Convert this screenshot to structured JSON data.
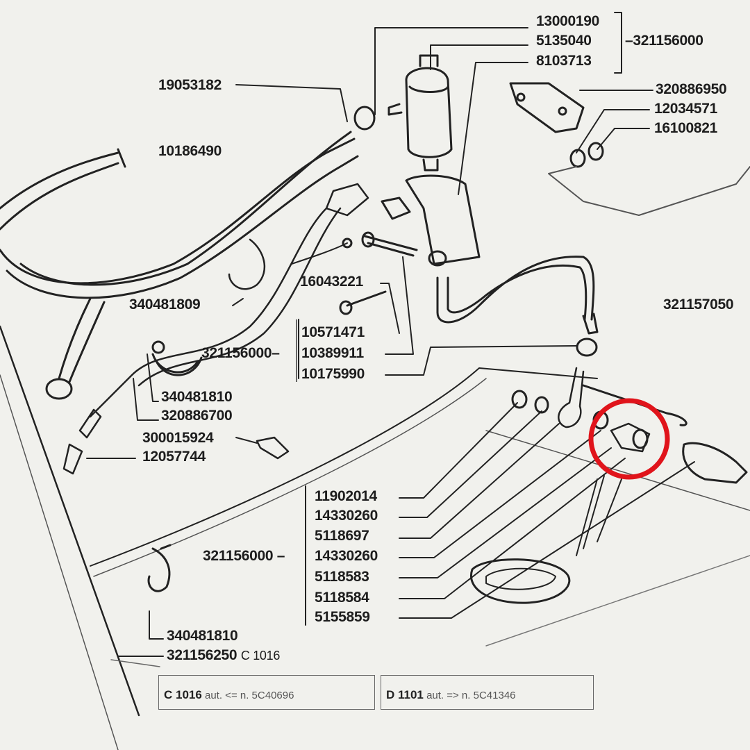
{
  "colors": {
    "ink": "#1d1d1d",
    "paper": "#f1f1ed",
    "highlight": "#e0141b"
  },
  "top_group": {
    "items": [
      "13000190",
      "5135040",
      "8103713"
    ],
    "assembly": "321156000"
  },
  "labels": {
    "p19053182": "19053182",
    "p10186490": "10186490",
    "p320886950": "320886950",
    "p12034571": "12034571",
    "p16100821": "16100821",
    "p16043221": "16043221",
    "p340481809": "340481809",
    "p321157050": "321157050",
    "p321156000_mid": "321156000",
    "p340481810_mid": "340481810",
    "p320886700": "320886700",
    "p300015924": "300015924",
    "p12057744": "12057744",
    "p340481810_low": "340481810",
    "p321156250": "321156250",
    "p321156250_suffix": "C 1016"
  },
  "mid_group": {
    "items": [
      "10571471",
      "10389911",
      "10175990"
    ]
  },
  "low_group": {
    "assembly": "321156000",
    "items": [
      "11902014",
      "14330260",
      "5118697",
      "14330260",
      "5118583",
      "5118584",
      "5155859"
    ]
  },
  "footer": {
    "left": {
      "code": "C 1016",
      "note": "aut. <= n. 5C40696"
    },
    "right": {
      "code": "D 1101",
      "note": "aut. => n. 5C41346"
    }
  },
  "highlight": {
    "shape": "circle",
    "marks_part": "threaded union fitting"
  }
}
